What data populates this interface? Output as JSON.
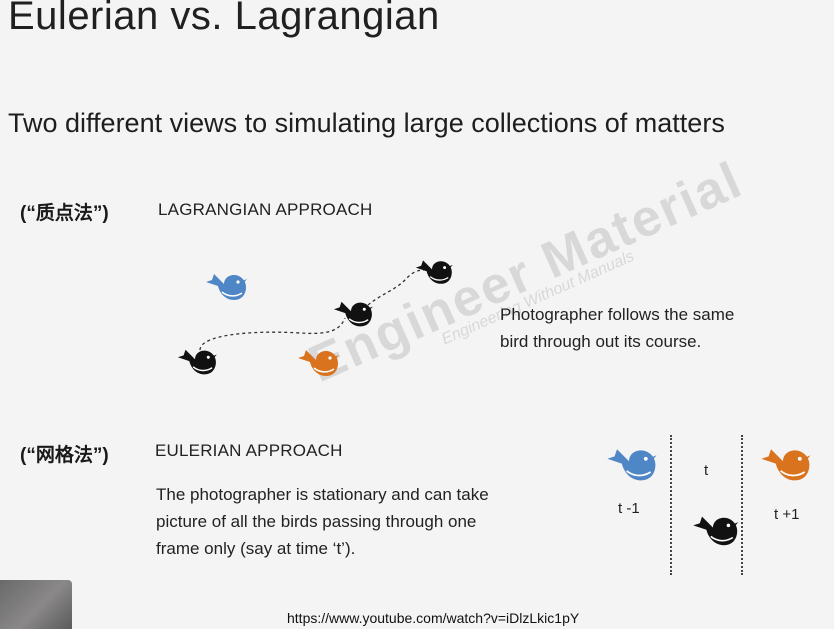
{
  "slide": {
    "title": "Eulerian vs. Lagrangian",
    "subtitle": "Two different views to simulating large collections of matters"
  },
  "lagrangian": {
    "cn_label": "(“质点法”)",
    "heading": "LAGRANGIAN APPROACH",
    "description_line1": "Photographer follows the same",
    "description_line2": "bird through out its course."
  },
  "eulerian": {
    "cn_label": "(“网格法”)",
    "heading": "EULERIAN APPROACH",
    "description_line1": "The photographer is stationary and can take",
    "description_line2": "picture of all the birds passing through one",
    "description_line3": "frame only (say at time  ‘t’).",
    "time_labels": {
      "prev": "t -1",
      "current": "t",
      "next": "t +1"
    }
  },
  "watermark": {
    "main": "Engineer Material",
    "sub": "Engineering Without Manuals"
  },
  "source_url": "https://www.youtube.com/watch?v=iDlzLkic1pY",
  "colors": {
    "bird_blue": "#4f86c6",
    "bird_orange": "#d9731e",
    "bird_black": "#111111"
  }
}
